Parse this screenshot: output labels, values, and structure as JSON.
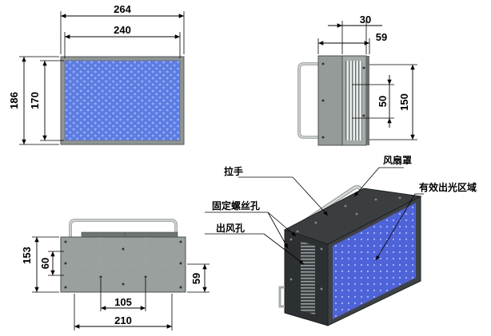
{
  "front_view": {
    "width_outer": "264",
    "width_window": "240",
    "height_outer": "186",
    "height_window": "170"
  },
  "side_view": {
    "dim_30": "30",
    "dim_59": "59",
    "dim_50": "50",
    "dim_150": "150"
  },
  "top_view": {
    "height": "153",
    "hole_height": "60",
    "right_height": "59",
    "hole_spacing": "105",
    "width": "210"
  },
  "callouts": {
    "handle": "拉手",
    "fan_cover": "风扇罩",
    "effective_area": "有效出光区域",
    "mount_holes": "固定螺丝孔",
    "air_outlet": "出风孔"
  },
  "colors": {
    "led_blue": "#5a78e0",
    "led_blue_light": "#8aa6f2",
    "metal": "#9aa3a1",
    "metal_dark": "#3a3d40",
    "handle": "#b5b8b8"
  }
}
